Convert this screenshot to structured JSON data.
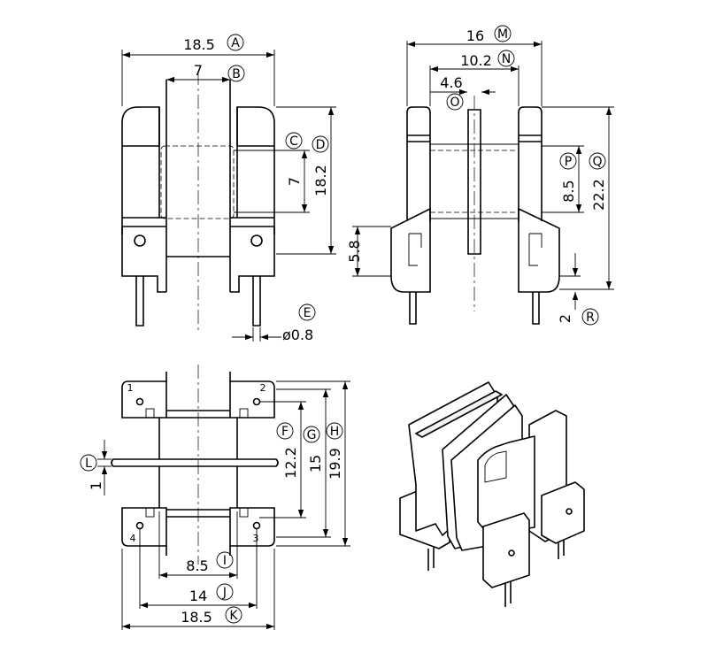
{
  "dimensions": {
    "A": "18.5",
    "B": "7",
    "C": "7",
    "D": "18.2",
    "E": "ø0.8",
    "F": "12.2",
    "G": "15",
    "H": "19.9",
    "I": "8.5",
    "J": "14",
    "K": "18.5",
    "L": "1",
    "M": "16",
    "N": "10.2",
    "O": "4.6",
    "P": "8.5",
    "Q": "22.2",
    "R": "2",
    "side_height": "5.8"
  },
  "labels": {
    "A": "A",
    "B": "B",
    "C": "C",
    "D": "D",
    "E": "E",
    "F": "F",
    "G": "G",
    "H": "H",
    "I": "I",
    "J": "J",
    "K": "K",
    "L": "L",
    "M": "M",
    "N": "N",
    "O": "O",
    "P": "P",
    "Q": "Q",
    "R": "R"
  },
  "pins": {
    "p1": "1",
    "p2": "2",
    "p3": "3",
    "p4": "4"
  }
}
